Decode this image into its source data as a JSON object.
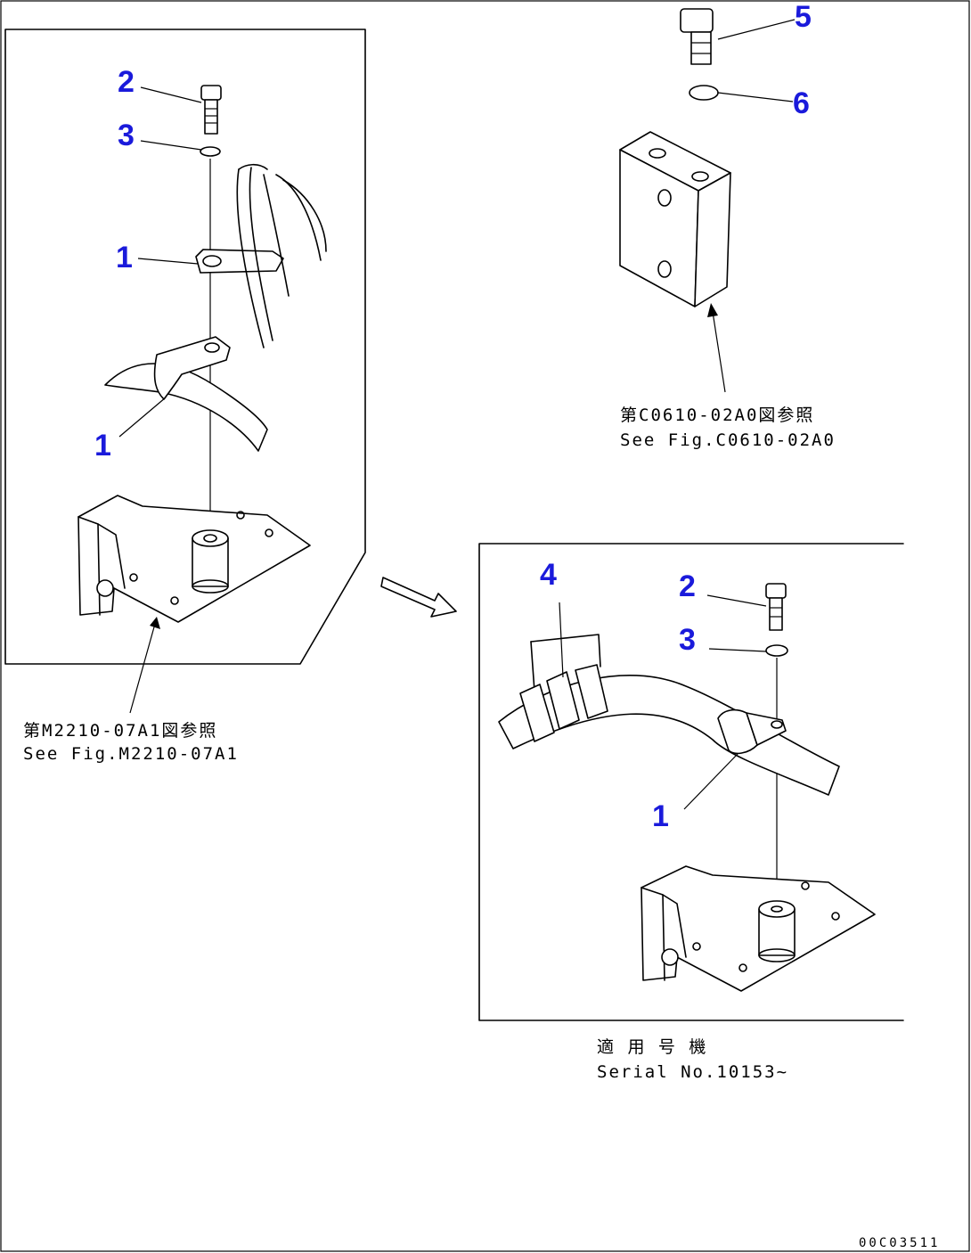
{
  "callouts": {
    "left_2": "2",
    "left_3": "3",
    "left_1_upper": "1",
    "left_1_lower": "1",
    "top_5": "5",
    "top_6": "6",
    "right_4": "4",
    "right_2": "2",
    "right_3": "3",
    "right_1": "1"
  },
  "references": {
    "top_jp": "第C0610-02A0図参照",
    "top_en": "See Fig.C0610-02A0",
    "left_jp": "第M2210-07A1図参照",
    "left_en": "See Fig.M2210-07A1",
    "serial_jp": "適 用 号 機",
    "serial_en": "Serial No.10153~"
  },
  "drawing_number": "00C03511",
  "colors": {
    "callout": "#1a1adb",
    "line": "#000000"
  }
}
